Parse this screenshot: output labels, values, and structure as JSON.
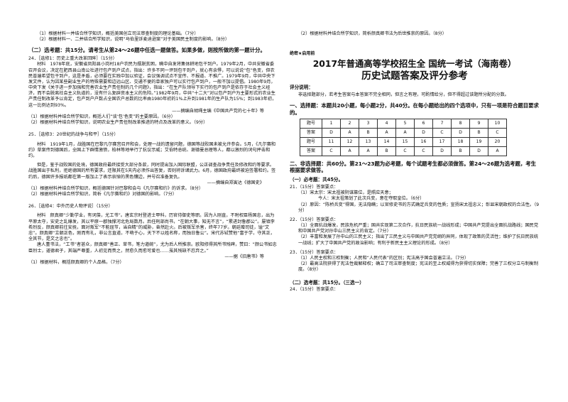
{
  "left": {
    "top_q": [
      "（1）根据材料一并结合所学知识，概括美国创立司法审查制度的理论基础。（7分）",
      "（2）根据材料一、二并结合所学知识，说明“马伯里诉麦迪逊案”对于美国民主制度的影响。（8分）"
    ],
    "sec2_title": "（二）选考题：共15分。请考生从第24～26题中任选一题做答。如果多做，则按所做的第一题计分。",
    "q24_head": "24．［选修1：历史上重大改革回眸］（15分）",
    "q24_material": "材料　1978年底，安徽省凤阳县小岗村18户农民为摆脱贫困，瞒中自发将集体耕地包干到户。1979年2月，中共安徽省委召开会议，决定在肥西县山南公社进行包产到户试点，指出：许多不同一评到包干到户，就心有余悸，可以说说“包”色变，但农民普遍希望包干到户，这是矛盾，必须要在实践中加以验证，会议强调试点不宣传、不报道、不推广。1979年9月，中共中央下发文件，认为因某些副业生产的特殊需要和边远山区、交通不便的单家独户可以实行包产到户，一般不加以提倡。1980年9月，中央下发《关于进一步加强和完善农业生产责任制的几个问题》，指出：“在生产队领导下实行的包产到户是依存于社会主义经济，而不会脱离社会主义轨道的，没有什么复辟资本主义的危险。”1982年9月，中共“十二大”对以包产到户为主要形式的农业生产责任制改革予以肯定，包产到户户数占全国农户总数的比率由1980年初的1%上升到1981年的生产队为15%；到1983年初，这一比例达到93%。",
    "q24_src": "——摘编自胡绳主编《中国共产党的七十年》等",
    "q24_q": [
      "（1）根据材料并结合所学知识，概括人们“谈‘包’色变”的主要原因。（6分）",
      "（2）根据材料并结合所学知识，说明农业生产责任制改革推进的特点及改革的意义。（9分）"
    ],
    "q25_head": "25．［选修3：20世纪的战争与和平］（15分）",
    "q25_material_1": "材料　1919年1月，战胜国在巴黎凡尔赛宫召开和会，处理一战的遗留问题，德国等战败国未被允许参会。5月，《凡尔赛和约》草案传到德国后，全国上下群情激愤，柏林等地举行了抗议示威；艾伯特总统、谢德曼总理等人，都以激烈的词句抨击和约。",
    "q25_material_2": "但是，鉴于战败国的处境，德国政府最终接受大部分条款，同时提出加入国际联盟，公正调查战争责任及修改和约等要求。战胜国出于私利，拒绝德国的所有要求，还限其在5天内必须作出答复，否则将诉诸武力。6月，德国政府最终被迫签署和约。签约后，德国许多报纸都在第一版加上了表示哀悼的黑色镶边，并号召准备复仇。",
    "q25_src": "——摘编自郑寅达《德国史》",
    "q25_q": [
      "（1）根据材料并结合所学知识，概括德国针对巴黎和会与《凡尔赛和约》的诉求。（8分）",
      "（2）根据材料并结合所学知识，简析《凡尔赛和约》对德国的影响。（7分）"
    ],
    "q26_head": "26．［选修4：中外历史人物评说］（15分）",
    "q26_material_1": "材料　颜真卿“少勤学业，有词藻，尤工书”。唐玄宗时登进士甲科，历官侍御史等职。因为人刚直，不附权臣杨国忠，出为平原太守，安史之乱爆发，其以平原一郡独撑河北危局数月。后任刑部尚书，“在朝大事，知无不言”，“累进封鲁郡公”。屡镇李希烈反，颜真卿前往安抚，面对叛军“不能屈节，当自精”的威胁，奋然赴火。后被叛军杀害，终年77岁。朝廷赠司徒，谥“文忠”。颜真卿“立朝正色，刚而有礼，非公言直道，不萌于心，天下不以姓名称，而独日鲁公”。宋代苏轼赞他“富于学，守其正，全其节，是文之忠也”。",
    "q26_material_2": "唐人董书法，“工书”者甚众，颜真卿“善正、草书，笔力遒婉”，尤为后人所推崇。欧阳修得其所书残碑，赞曰：“颜公书如忠臣烈士，道德君子，其端严尊重，人初见而畏之，然愈久而愈可爱也……虽其残缺不忍弃之。”",
    "q26_src": "——据《旧唐书》等",
    "q26_q": [
      "（1）根据材料，概括颜真卿的个人品格。（7分）"
    ]
  },
  "right": {
    "top_q": "（2）根据材料并结合所学知识，简析颜真卿书法为后世推崇的原因。（8分）",
    "secret_tag": "绝密★启用前",
    "main_title": "2017年普通高等学校招生全 国统一考试（海南卷）",
    "sub_title": "历史试题答案及评分参考",
    "notes_head": "评分说明：",
    "notes_body": "非选择题部分，若考生答案与本答案不完全相同，但言之有理，可酌情给分，但不得超过该题所分配的分数。",
    "sec1_title": "一、选择题：本题共20小题，每小题2分，共40分。在每小题给出的四个选项中，只有一项是符合题目要求的。",
    "table_rows": [
      [
        "题号",
        "1",
        "2",
        "3",
        "4",
        "5",
        "6",
        "7",
        "8",
        "9",
        "10"
      ],
      [
        "答案",
        "D",
        "A",
        "B",
        "A",
        "A",
        "D",
        "C",
        "D",
        "B",
        "C"
      ],
      [
        "题号",
        "11",
        "12",
        "13",
        "14",
        "15",
        "16",
        "17",
        "18",
        "19",
        "20"
      ],
      [
        "答案",
        "C",
        "A",
        "A",
        "B",
        "C",
        "C",
        "D",
        "B",
        "D",
        "A"
      ]
    ],
    "sec2_title": "二、非选择题：共60分。第21～23题为必考题，每个试题考生都必须做答。第24～26题为选考题，考生根据要求做答。",
    "sub1_title": "（一）必考题：共45分。",
    "q21_head": "21．（15分）答案要点：",
    "q21_items": [
      "（1）宋太宗：宋太祖被阴谋篡位，是照应天意；",
      "今人：宋太祖策划了此次兵变，意在夺取皇位。（6分）",
      "（2）原因：“陈桥兵变”得国，无法隐瞒；以官修史书的方式确定兵变的性质；宣扬宋太祖忠义；彰显宋朝政权的合法性。（9分）"
    ],
    "q22_head": "22．（15分）答案要点：",
    "q22_items": [
      "（1）全面抗战爆发，民族危机严重；国共实现第二次合作，抗日民族统一战线形成；中国共产党提出全面抗战路线；国民党和中国共产党对孙中山三民主义的肯定。（7分）",
      "（2）丰富和发展了孙中山的三民主义；指出了三民主义与中国共产党党纲的异同，体现了政策的灵活性；维护了抗日民族统一战线；扩大了中国共产党的政治影响；有利于新民主主义理论的形成。（8分）"
    ],
    "q23_head": "23．（15分）答案要点：",
    "q23_items": [
      "（1）人民主权和三权制衡；人民和“人民代表”的区别；宪法高于国会普遍立法。（7分）",
      "（2）最高法院获得了宪法性裁解释权；确立了司法审查制度；宪法的至上权威得为获得切实保障；完善了三权分立与制衡制度。（8分）"
    ],
    "sub2_title": "（二）选考题：共15分。（三选一）",
    "q24_head": "24．（15分）答案要点："
  }
}
